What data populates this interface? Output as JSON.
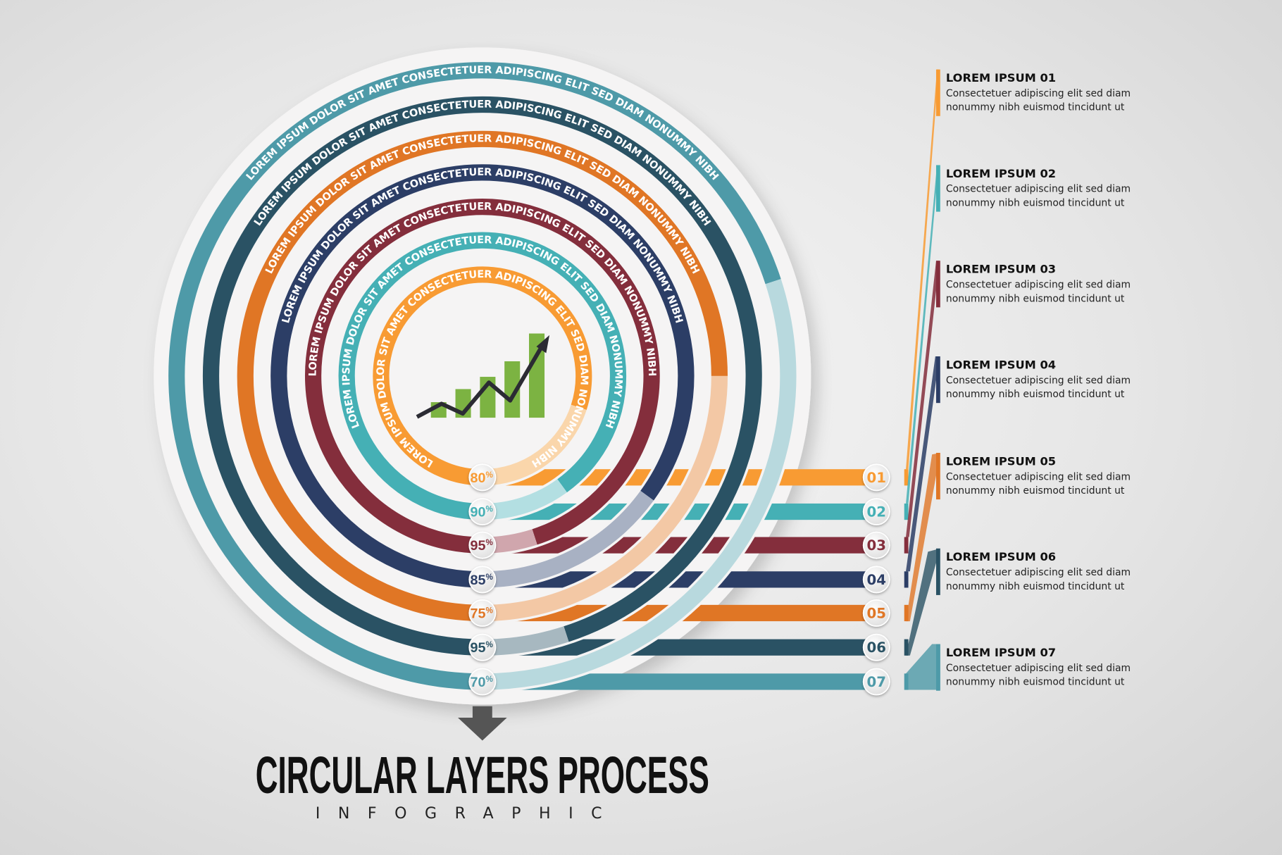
{
  "title": "CIRCULAR LAYERS PROCESS",
  "subtitle": "INFOGRAPHIC",
  "icon": "growth-chart-icon",
  "rings": [
    {
      "number": "01",
      "value": 80,
      "unit": "%",
      "color": "#f89b33",
      "light": "#fad6ab",
      "arc_text": "LOREM IPSUM DOLOR SIT AMET CONSECTETUER ADIPISCING ELIT SED DIAM NONUMMY NIBH"
    },
    {
      "number": "02",
      "value": 90,
      "unit": "%",
      "color": "#45b0b5",
      "light": "#b3dfe2",
      "arc_text": "LOREM IPSUM DOLOR SIT AMET CONSECTETUER ADIPISCING ELIT SED DIAM NONUMMY NIBH"
    },
    {
      "number": "03",
      "value": 95,
      "unit": "%",
      "color": "#842e3c",
      "light": "#d0a6ad",
      "arc_text": "LOREM IPSUM DOLOR SIT AMET CONSECTETUER ADIPISCING ELIT SED DIAM NONUMMY NIBH"
    },
    {
      "number": "04",
      "value": 85,
      "unit": "%",
      "color": "#2c3e66",
      "light": "#a8b1c3",
      "arc_text": "LOREM IPSUM DOLOR SIT AMET CONSECTETUER ADIPISCING ELIT SED DIAM NONUMMY NIBH"
    },
    {
      "number": "05",
      "value": 75,
      "unit": "%",
      "color": "#e07625",
      "light": "#f3c8a5",
      "arc_text": "LOREM IPSUM DOLOR SIT AMET CONSECTETUER ADIPISCING ELIT SED DIAM NONUMMY NIBH"
    },
    {
      "number": "06",
      "value": 95,
      "unit": "%",
      "color": "#2a5264",
      "light": "#a7b8c0",
      "arc_text": "LOREM IPSUM DOLOR SIT AMET CONSECTETUER ADIPISCING ELIT SED DIAM NONUMMY NIBH"
    },
    {
      "number": "07",
      "value": 70,
      "unit": "%",
      "color": "#4e9aa8",
      "light": "#b8d9de",
      "arc_text": "LOREM IPSUM DOLOR SIT AMET CONSECTETUER ADIPISCING ELIT SED DIAM NONUMMY NIBH"
    }
  ],
  "items": [
    {
      "title": "LOREM IPSUM 01",
      "line1": "Consectetuer adipiscing elit sed diam",
      "line2": "nonummy nibh euismod tincidunt ut"
    },
    {
      "title": "LOREM IPSUM 02",
      "line1": "Consectetuer adipiscing elit sed diam",
      "line2": "nonummy nibh euismod tincidunt ut"
    },
    {
      "title": "LOREM IPSUM 03",
      "line1": "Consectetuer adipiscing elit sed diam",
      "line2": "nonummy nibh euismod tincidunt ut"
    },
    {
      "title": "LOREM IPSUM 04",
      "line1": "Consectetuer adipiscing elit sed diam",
      "line2": "nonummy nibh euismod tincidunt ut"
    },
    {
      "title": "LOREM IPSUM 05",
      "line1": "Consectetuer adipiscing elit sed diam",
      "line2": "nonummy nibh euismod tincidunt ut"
    },
    {
      "title": "LOREM IPSUM 06",
      "line1": "Consectetuer adipiscing elit sed diam",
      "line2": "nonummy nibh euismod tincidunt ut"
    },
    {
      "title": "LOREM IPSUM 07",
      "line1": "Consectetuer adipiscing elit sed diam",
      "line2": "nonummy nibh euismod tincidunt ut"
    }
  ]
}
